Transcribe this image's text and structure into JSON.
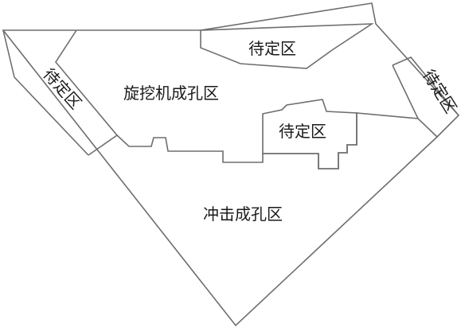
{
  "diagram": {
    "zones": {
      "rotary_drilling": {
        "label": "旋挖机成孔区"
      },
      "impact_drilling": {
        "label": "冲击成孔区"
      },
      "pending_top": {
        "label": "待定区"
      },
      "pending_middle": {
        "label": "待定区"
      },
      "pending_left": {
        "label": "待定区"
      },
      "pending_right": {
        "label": "待定区"
      }
    },
    "colors": {
      "line": "#6e6e6e",
      "text": "#1a1a1a",
      "background": "#ffffff"
    }
  }
}
